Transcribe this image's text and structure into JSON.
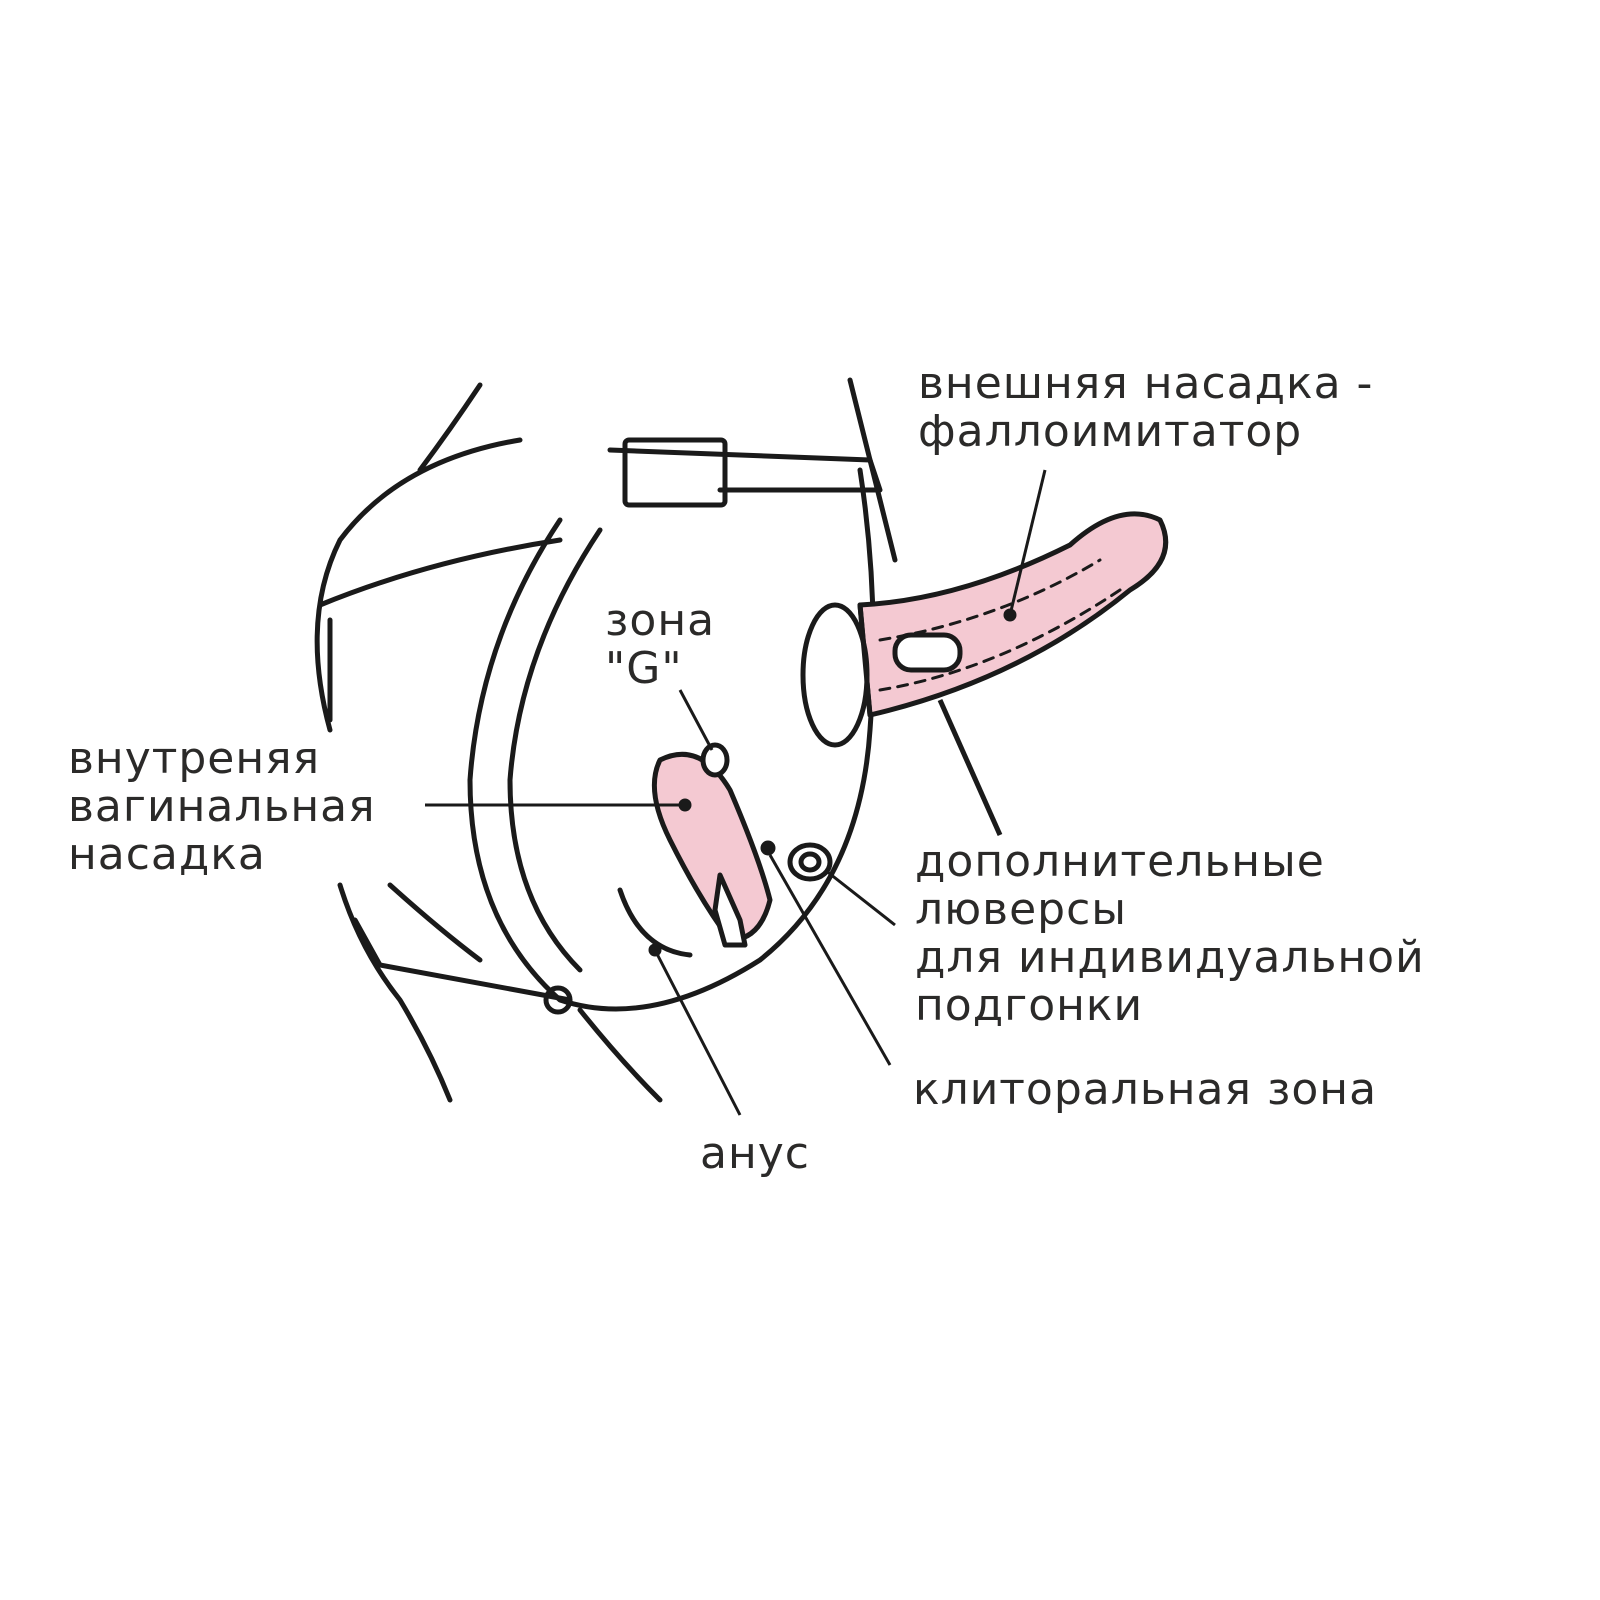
{
  "labels": {
    "external_attachment": [
      "внешняя насадка -",
      "фаллоимитатор"
    ],
    "g_zone": [
      "зона",
      "\"G\""
    ],
    "internal_attachment": [
      "внутреняя",
      "вагинальная",
      "насадка"
    ],
    "eyelets": [
      "дополнительные",
      "люверсы",
      "для индивидуальной",
      "подгонки"
    ],
    "clitoral_zone": "клиторальная зона",
    "anus": "анус"
  },
  "colors": {
    "line": "#1a1a1a",
    "accent_pink": "#f4c9d2",
    "text": "#2b2a29"
  }
}
